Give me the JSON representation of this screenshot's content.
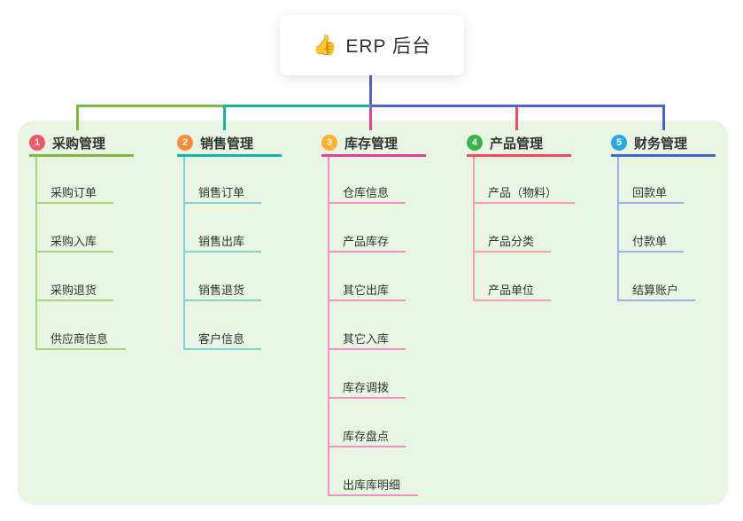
{
  "root": {
    "icon": "👍",
    "label": "ERP 后台"
  },
  "panel": {
    "background": "#e9f5e3"
  },
  "connector": {
    "root_color": "#4f63d2",
    "segment_colors": [
      "#7cb93e",
      "#14b3a8",
      "#4f63d2"
    ]
  },
  "branches": [
    {
      "index": "1",
      "label": "采购管理",
      "badge_color": "#f2566b",
      "line_color": "#7cb93e",
      "child_line_color": "#a9d67c",
      "children": [
        "采购订单",
        "采购入库",
        "采购退货",
        "供应商信息"
      ]
    },
    {
      "index": "2",
      "label": "销售管理",
      "badge_color": "#fb8a3c",
      "line_color": "#14b3a8",
      "child_line_color": "#7ed4cb",
      "children": [
        "销售订单",
        "销售出库",
        "销售退货",
        "客户信息"
      ]
    },
    {
      "index": "3",
      "label": "库存管理",
      "badge_color": "#fbb42a",
      "line_color": "#e53e97",
      "child_line_color": "#f28fc5",
      "children": [
        "仓库信息",
        "产品库存",
        "其它出库",
        "其它入库",
        "库存调拨",
        "库存盘点",
        "出库库明细"
      ]
    },
    {
      "index": "4",
      "label": "产品管理",
      "badge_color": "#38b54a",
      "line_color": "#f4485c",
      "child_line_color": "#f89fa9",
      "children": [
        "产品（物料）",
        "产品分类",
        "产品单位"
      ]
    },
    {
      "index": "5",
      "label": "财务管理",
      "badge_color": "#2aa8e0",
      "line_color": "#4463cd",
      "child_line_color": "#9ab0e6",
      "children": [
        "回款单",
        "付款单",
        "结算账户"
      ]
    }
  ]
}
